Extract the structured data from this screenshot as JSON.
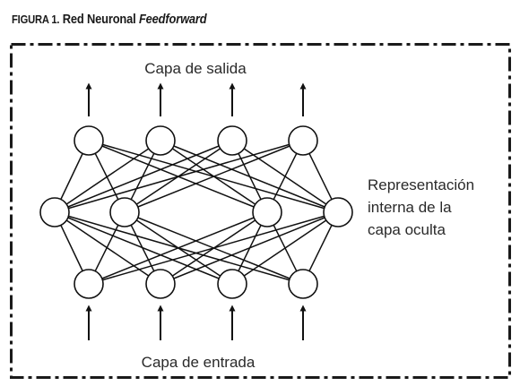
{
  "figure": {
    "label": "FIGURA 1.",
    "title_plain": "Red Neuronal ",
    "title_emph": "Feedforward"
  },
  "diagram": {
    "output_label": "Capa de salida",
    "input_label": "Capa de entrada",
    "hidden_label_lines": [
      "Representación",
      "interna de la",
      "capa oculta"
    ],
    "layers": {
      "input_nodes": 4,
      "hidden_nodes": 4,
      "output_nodes": 4
    },
    "connectivity": "fully-connected",
    "colors": {
      "stroke": "#111111",
      "border": "#1a1a1a",
      "text": "#2a2a2a"
    }
  }
}
